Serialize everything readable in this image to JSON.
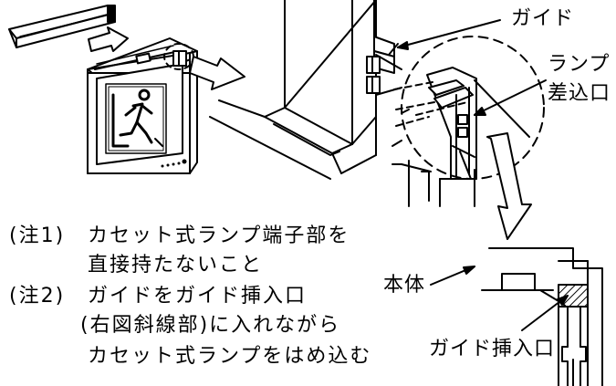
{
  "labels": {
    "guide": "ガイド",
    "lamp_line1": "ランプ",
    "lamp_line2": "差込口",
    "main_body": "本体",
    "guide_insert": "ガイド挿入口"
  },
  "notes": [
    {
      "tag": "(注1)",
      "lines": [
        "カセット式ランプ端子部を",
        "直接持たないこと"
      ]
    },
    {
      "tag": "(注2)",
      "lines": [
        "ガイドをガイド挿入口",
        "(右図斜線部)に入れながら",
        "カセット式ランプをはめ込む"
      ]
    }
  ],
  "colors": {
    "ink": "#000000",
    "paper": "#ffffff"
  }
}
